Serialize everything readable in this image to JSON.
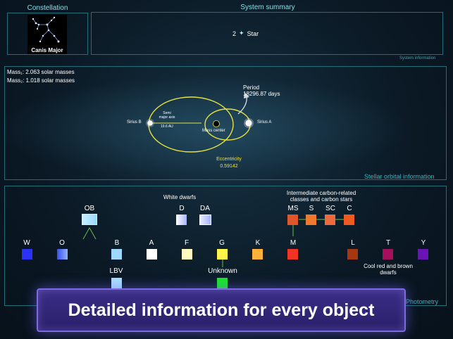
{
  "header": {
    "constellation_title": "Constellation",
    "constellation_name": "Canis Major",
    "system_summary_title": "System summary",
    "star_count": "2",
    "star_label": "Star",
    "system_info_label": "System information"
  },
  "orbit": {
    "mass1": "Mass₁: 2.063 solar masses",
    "mass2": "Mass₂: 1.018 solar masses",
    "period_label": "Period",
    "period_value": "18296.87 days",
    "star_b": "Sirius B",
    "star_a": "Sirius A",
    "semi_major_label": "Semi\nmajor axis",
    "semi_major_value": "19.6 AU",
    "mass_center": "Mass center",
    "eccentricity_label": "Eccentricity",
    "eccentricity_value": "0.59142",
    "section_label": "Stellar orbital information"
  },
  "spectral": {
    "white_dwarfs": "White dwarfs",
    "carbon_note": "Intermediate carbon-related classes and carbon stars",
    "cool_note": "Cool red and brown dwarfs",
    "section_label": "Photometry",
    "classes": [
      {
        "label": "OB",
        "color": "#c4f0ff"
      },
      {
        "label": "D",
        "color": "#c8d2ff"
      },
      {
        "label": "DA",
        "color": "#d8dcff"
      },
      {
        "label": "MS",
        "color": "#e0552a"
      },
      {
        "label": "S",
        "color": "#ef7a2e"
      },
      {
        "label": "SC",
        "color": "#ec6a3e"
      },
      {
        "label": "C",
        "color": "#f05a1e"
      },
      {
        "label": "W",
        "color": "#2a33f5"
      },
      {
        "label": "O",
        "color": "#5b7ff5"
      },
      {
        "label": "B",
        "color": "#9fd8ff"
      },
      {
        "label": "A",
        "color": "#ffffff"
      },
      {
        "label": "F",
        "color": "#fffbc0"
      },
      {
        "label": "G",
        "color": "#fff54a"
      },
      {
        "label": "K",
        "color": "#ffb13a"
      },
      {
        "label": "M",
        "color": "#f23424"
      },
      {
        "label": "L",
        "color": "#a5380f"
      },
      {
        "label": "T",
        "color": "#a4105a"
      },
      {
        "label": "Y",
        "color": "#6a14b8"
      },
      {
        "label": "LBV",
        "color": "#a8dfff"
      },
      {
        "label": "Unknown",
        "color": "#17e626"
      }
    ]
  },
  "banner": {
    "text": "Detailed information for every object"
  }
}
